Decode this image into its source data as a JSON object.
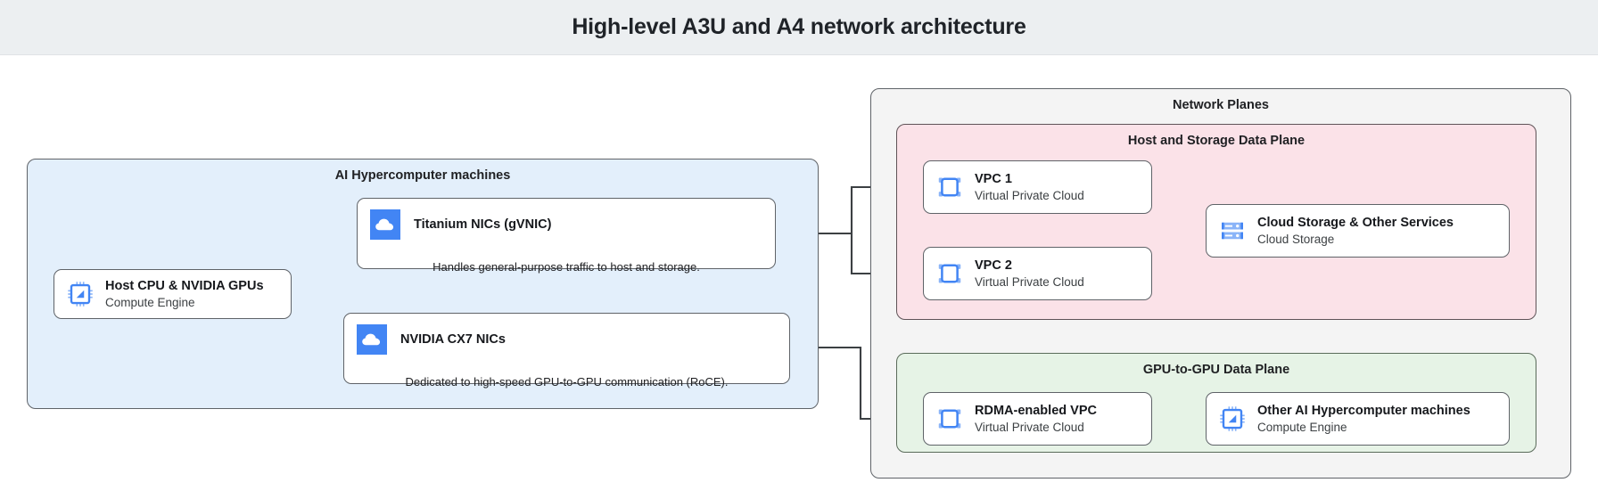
{
  "header": {
    "title": "High-level A3U and A4 network architecture",
    "background": "#eceff1"
  },
  "palette": {
    "machines_panel": "#e3effb",
    "network_planes_panel": "#f4f4f4",
    "host_storage_plane": "#fbe2e8",
    "gpu_plane": "#e6f3e6",
    "icon_blue": "#4285f4",
    "icon_blue_light": "#8ab4f8",
    "stroke": "#5f6368"
  },
  "machines_group": {
    "label": "AI Hypercomputer machines",
    "host": {
      "title": "Host CPU & NVIDIA GPUs",
      "subtitle": "Compute Engine",
      "icon": "compute-engine-chip-icon"
    },
    "nics": [
      {
        "name": "Titanium NICs (gVNIC)",
        "description": "Handles general-purpose traffic to host and storage.",
        "icon": "cloud-icon"
      },
      {
        "name": "NVIDIA CX7 NICs",
        "description": "Dedicated to high-speed GPU-to-GPU communication (RoCE).",
        "icon": "cloud-icon"
      }
    ]
  },
  "network_planes": {
    "label": "Network Planes",
    "host_storage_plane": {
      "label": "Host and Storage Data Plane",
      "nodes": [
        {
          "title": "VPC 1",
          "subtitle": "Virtual Private Cloud",
          "icon": "vpc-icon"
        },
        {
          "title": "VPC 2",
          "subtitle": "Virtual Private Cloud",
          "icon": "vpc-icon"
        },
        {
          "title": "Cloud Storage & Other Services",
          "subtitle": "Cloud Storage",
          "icon": "cloud-storage-icon"
        }
      ]
    },
    "gpu_plane": {
      "label": "GPU-to-GPU Data Plane",
      "nodes": [
        {
          "title": "RDMA-enabled VPC",
          "subtitle": "Virtual Private Cloud",
          "icon": "vpc-icon"
        },
        {
          "title": "Other AI Hypercomputer machines",
          "subtitle": "Compute Engine",
          "icon": "compute-engine-chip-icon"
        }
      ]
    }
  }
}
